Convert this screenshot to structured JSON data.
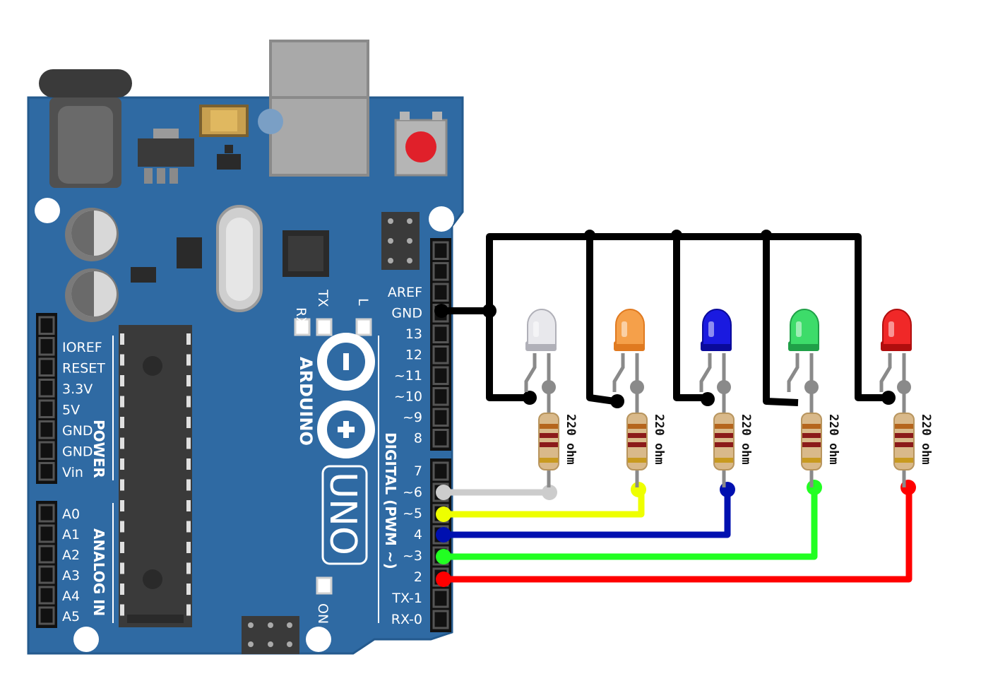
{
  "board": {
    "brand": "ARDUINO",
    "model": "UNO",
    "led_l": "L",
    "led_tx": "TX",
    "led_rx": "RX",
    "led_on": "ON",
    "power_header": "POWER",
    "analog_header": "ANALOG IN",
    "digital_header": "DIGITAL (PWM ~)",
    "power_pins": [
      "IOREF",
      "RESET",
      "3.3V",
      "5V",
      "GND",
      "GND",
      "Vin"
    ],
    "analog_pins": [
      "A0",
      "A1",
      "A2",
      "A3",
      "A4",
      "A5"
    ],
    "digital_pins_top": [
      "AREF",
      "GND",
      "13",
      "12",
      "~11",
      "~10",
      "~9",
      "8"
    ],
    "digital_pins_bottom": [
      "7",
      "~6",
      "~5",
      "4",
      "~3",
      "2",
      "TX-1",
      "RX-0"
    ]
  },
  "colors": {
    "board": "#2f6aa3",
    "board_edge": "#245a8e",
    "wire_ground": "#000000",
    "wire_white": "#cccccc",
    "wire_yellow": "#eeff00",
    "wire_blue": "#0010b0",
    "wire_green": "#22ff22",
    "wire_red": "#ff0000"
  },
  "circuit": {
    "leds": [
      {
        "color": "white",
        "pin": "~6"
      },
      {
        "color": "orange",
        "pin": "~5"
      },
      {
        "color": "blue",
        "pin": "4"
      },
      {
        "color": "green",
        "pin": "~3"
      },
      {
        "color": "red",
        "pin": "2"
      }
    ],
    "resistor_labels": [
      "220 ohm",
      "220 ohm",
      "220 ohm",
      "220 ohm",
      "220 ohm"
    ]
  }
}
